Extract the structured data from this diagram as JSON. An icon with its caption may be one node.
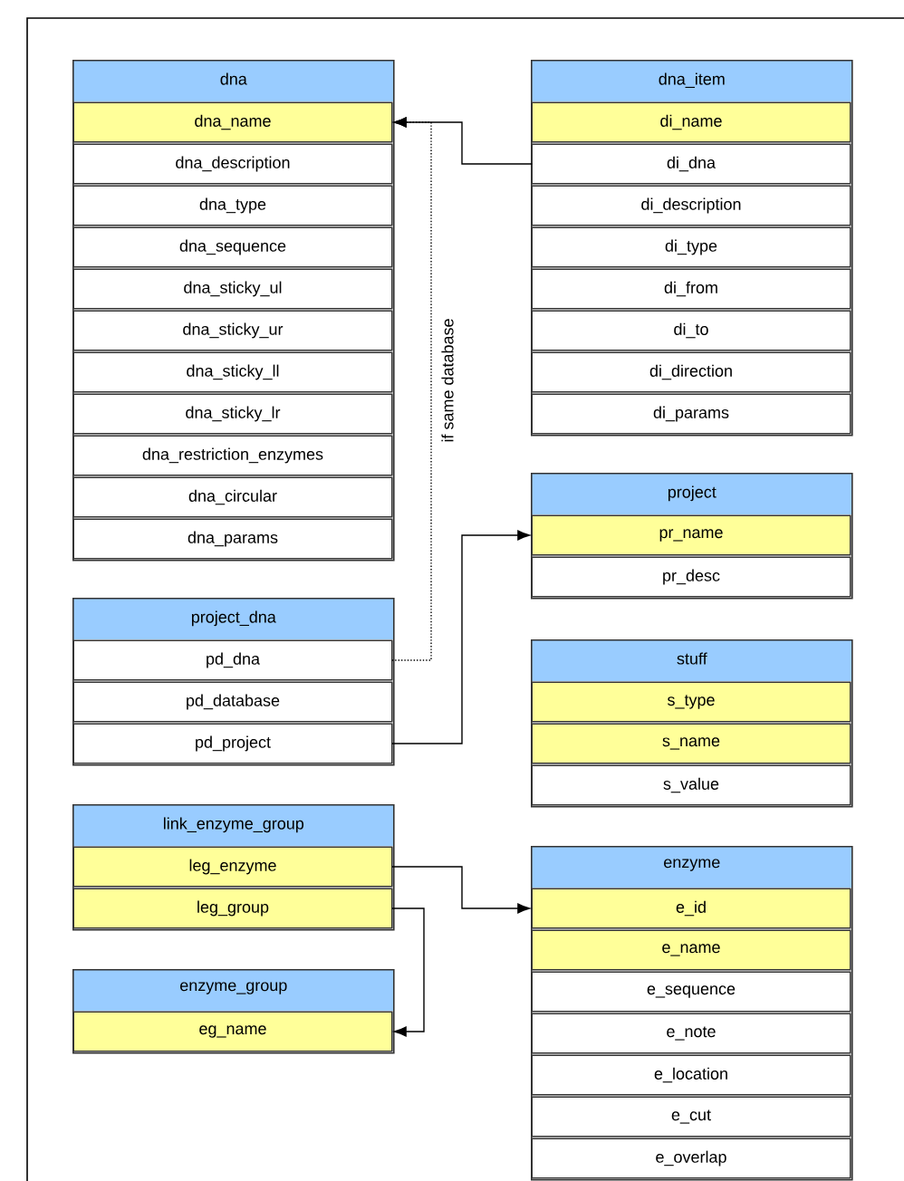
{
  "diagram": {
    "nodes": [
      {
        "text": [
          "dna"
        ]
      },
      {
        "text": [
          "dna_name"
        ],
        "in": 0
      },
      {
        "text": [
          "dna_description"
        ],
        "in": 0
      },
      {
        "text": [
          "dna_type"
        ],
        "in": 0
      },
      {
        "text": [
          "dna_sequence"
        ],
        "in": 0
      },
      {
        "text": [
          "dna_sticky_ul"
        ],
        "in": 0
      },
      {
        "text": [
          "dna_sticky_ur"
        ],
        "in": 0
      },
      {
        "text": [
          "dna_sticky_ll"
        ],
        "in": 0
      },
      {
        "text": [
          "dna_sticky_lr"
        ],
        "in": 0
      },
      {
        "text": [
          "dna_restriction_enzymes"
        ],
        "in": 0
      },
      {
        "text": [
          "dna_circular"
        ],
        "in": 0
      },
      {
        "text": [
          "dna_params"
        ],
        "in": 0
      },
      {
        "text": [
          "dna_item"
        ]
      },
      {
        "text": [
          "di_name"
        ],
        "in": 12
      },
      {
        "text": [
          "di_dna"
        ],
        "in": 12
      },
      {
        "text": [
          "di_description"
        ],
        "in": 12
      },
      {
        "text": [
          "di_type"
        ],
        "in": 12
      },
      {
        "text": [
          "di_from"
        ],
        "in": 12
      },
      {
        "text": [
          "di_to"
        ],
        "in": 12
      },
      {
        "text": [
          "di_direction"
        ],
        "in": 12
      },
      {
        "text": [
          "di_params"
        ],
        "in": 12
      },
      {
        "text": [
          "project"
        ]
      },
      {
        "text": [
          "pr_name"
        ],
        "in": 21
      },
      {
        "text": [
          "pr_desc"
        ],
        "in": 21
      },
      {
        "text": [
          "project_dna"
        ]
      },
      {
        "text": [
          "pd_dna"
        ],
        "in": 24
      },
      {
        "text": [
          "pd_database"
        ],
        "in": 24
      },
      {
        "text": [
          "pd_project"
        ],
        "in": 24
      },
      {
        "text": [
          "stuff"
        ]
      },
      {
        "text": [
          "s_type"
        ],
        "in": 28
      },
      {
        "text": [
          "s_name"
        ],
        "in": 28
      },
      {
        "text": [
          "s_value"
        ],
        "in": 28
      },
      {
        "text": [
          "link_enzyme_group"
        ]
      },
      {
        "text": [
          "leg_enzyme"
        ],
        "in": 32
      },
      {
        "text": [
          "leg_group"
        ],
        "in": 32
      },
      {
        "text": [
          "enzyme"
        ]
      },
      {
        "text": [
          "e_id"
        ],
        "in": 35
      },
      {
        "text": [
          "e_name"
        ],
        "in": 35
      },
      {
        "text": [
          "e_sequence"
        ],
        "in": 35
      },
      {
        "text": [
          "e_note"
        ],
        "in": 35
      },
      {
        "text": [
          "e_location"
        ],
        "in": 35
      },
      {
        "text": [
          "e_cut"
        ],
        "in": 35
      },
      {
        "text": [
          "e_overlap"
        ],
        "in": 35
      },
      {
        "text": [
          "enzyme_group"
        ]
      },
      {
        "text": [
          "eg_name"
        ],
        "in": 43
      }
    ],
    "edges": [
      {
        "from": 14,
        "to": 1,
        "arrow": "to"
      },
      {
        "from": 25,
        "to": 1,
        "arrow": "to",
        "style": "dashed",
        "label": "if same database"
      },
      {
        "from": 27,
        "to": 22,
        "arrow": "to"
      },
      {
        "from": 33,
        "to": 36,
        "arrow": "to"
      },
      {
        "from": 34,
        "to": 44,
        "arrow": "to"
      }
    ]
  }
}
